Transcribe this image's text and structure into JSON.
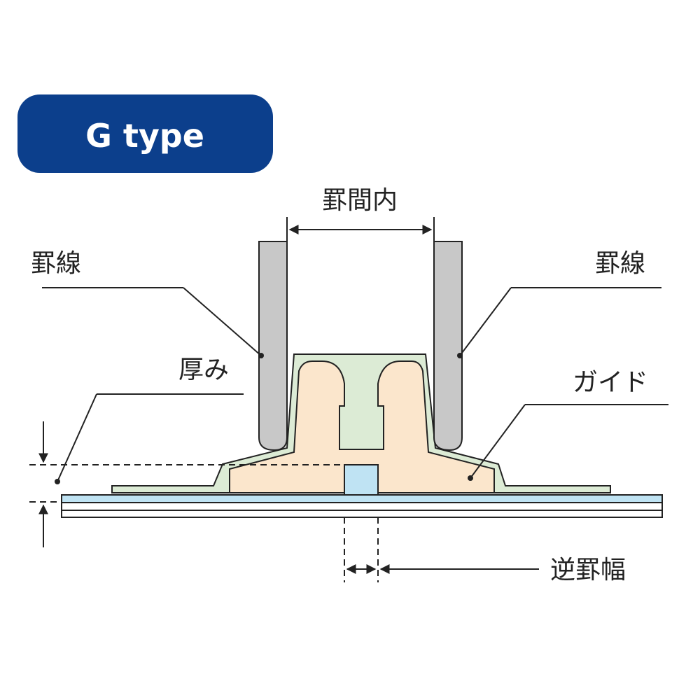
{
  "badge": {
    "label": "G type"
  },
  "labels": {
    "rule_gap": "罫間内",
    "rule_line_left": "罫線",
    "rule_line_right": "罫線",
    "thickness": "厚み",
    "guide": "ガイド",
    "reverse_rule_width": "逆罫幅"
  },
  "colors": {
    "badge_bg": "#0c3f8c",
    "badge_text": "#ffffff",
    "rule_fill": "#c8c8c8",
    "guide_fill": "#fbe6cc",
    "outer_fill": "#dcebd5",
    "channel_fill": "#bfe3f3",
    "line": "#222222"
  }
}
